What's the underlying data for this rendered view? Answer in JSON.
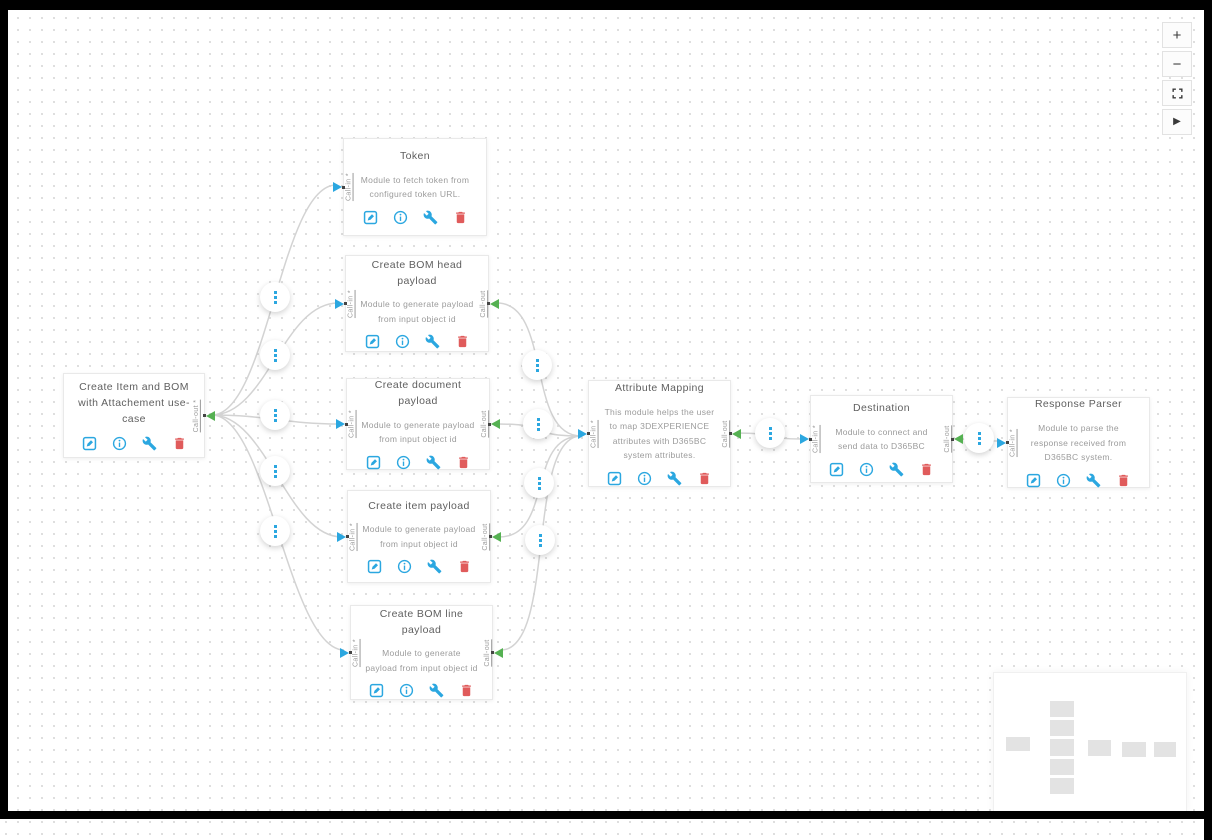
{
  "colors": {
    "accent_blue": "#2ba7e0",
    "accent_green": "#55b152",
    "danger_red": "#e05b5b",
    "edge_gray": "#d3d3d3",
    "frame_black": "#000000"
  },
  "controls": {
    "zoom_in": "+",
    "zoom_out": "−",
    "play": "▶"
  },
  "node_actions": [
    "edit-icon",
    "info-icon",
    "wrench-icon",
    "delete-icon"
  ],
  "nodes": [
    {
      "title": "Create Item and BOM with Attachement use-case",
      "out_label": "Call-out *"
    },
    {
      "title": "Token",
      "description": "Module to fetch token from configured token URL.",
      "in_label": "Call-in *"
    },
    {
      "title": "Create BOM head payload",
      "description": "Module to generate payload from input object id",
      "in_label": "Call-in *",
      "out_label": "Call-out"
    },
    {
      "title": "Create document payload",
      "description": "Module to generate payload from input object id",
      "in_label": "Call-in *",
      "out_label": "Call-out"
    },
    {
      "title": "Create item payload",
      "description": "Module to generate payload from input object id",
      "in_label": "Call-in *",
      "out_label": "Call-out"
    },
    {
      "title": "Create BOM line payload",
      "description": "Module to generate payload from input object id",
      "in_label": "Call-in *",
      "out_label": "Call-out"
    },
    {
      "title": "Attribute Mapping",
      "description": "This module helps the user to map 3DEXPERIENCE attributes with D365BC system attributes.",
      "in_label": "Call-in *",
      "out_label": "Call-out"
    },
    {
      "title": "Destination",
      "description": "Module to connect and send data to D365BC",
      "in_label": "Call-in *",
      "out_label": "Call-out"
    },
    {
      "title": "Response Parser",
      "description": "Module to parse the response received from D365BC system.",
      "in_label": "Call-in *"
    }
  ]
}
